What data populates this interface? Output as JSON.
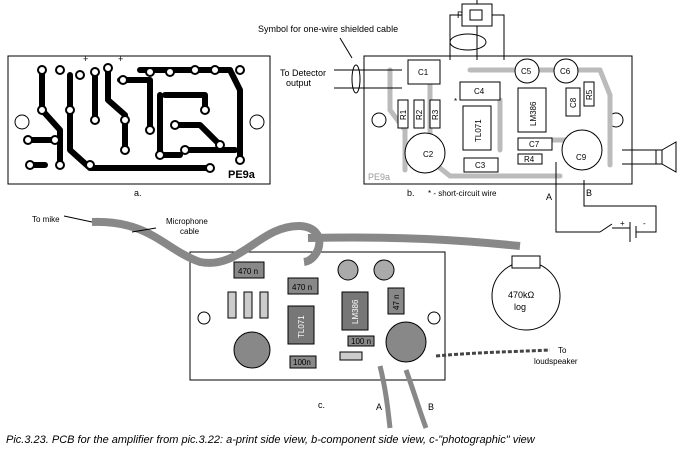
{
  "top_right": {
    "cable_symbol_label": "Symbol for one-wire shielded cable",
    "detector_label_1": "To Detector",
    "detector_label_2": "output",
    "pot_label": "P",
    "components": {
      "c1": "C1",
      "c2": "C2",
      "c3": "C3",
      "c4": "C4",
      "c5": "C5",
      "c6": "C6",
      "c7": "C7",
      "c8": "C8",
      "c9": "C9",
      "r1": "R1",
      "r2": "R2",
      "r3": "R3",
      "r4": "R4",
      "r5": "R5",
      "ic1": "TL071",
      "ic2": "LM386"
    },
    "star_mark": "*",
    "board_mark": "PE9a",
    "panel_label": "b.",
    "short_circuit_note": "* - short-circuit wire",
    "wire_a": "A",
    "wire_b": "B",
    "battery_plus": "+",
    "battery_minus": "-"
  },
  "top_left": {
    "board_mark": "PE9a",
    "panel_label": "a.",
    "plus_1": "+",
    "plus_2": "+"
  },
  "bottom": {
    "to_mike": "To mike",
    "mic_cable_1": "Microphone",
    "mic_cable_2": "cable",
    "cap_470n_1": "470 n",
    "cap_470n_2": "470 n",
    "cap_100n_1": "100n",
    "cap_100n_2": "100 n",
    "cap_47n": "47 n",
    "ic1": "TL071",
    "ic2": "LM386",
    "pot_value": "470kΩ",
    "pot_taper": "log",
    "to_loudspeaker_1": "To",
    "to_loudspeaker_2": "loudspeaker",
    "panel_label": "c.",
    "wire_a": "A",
    "wire_b": "B"
  },
  "caption": "Pic.3.23. PCB for the amplifier from pic.3.22: a-print side view, b-component side view, c-\"photographic\" view"
}
